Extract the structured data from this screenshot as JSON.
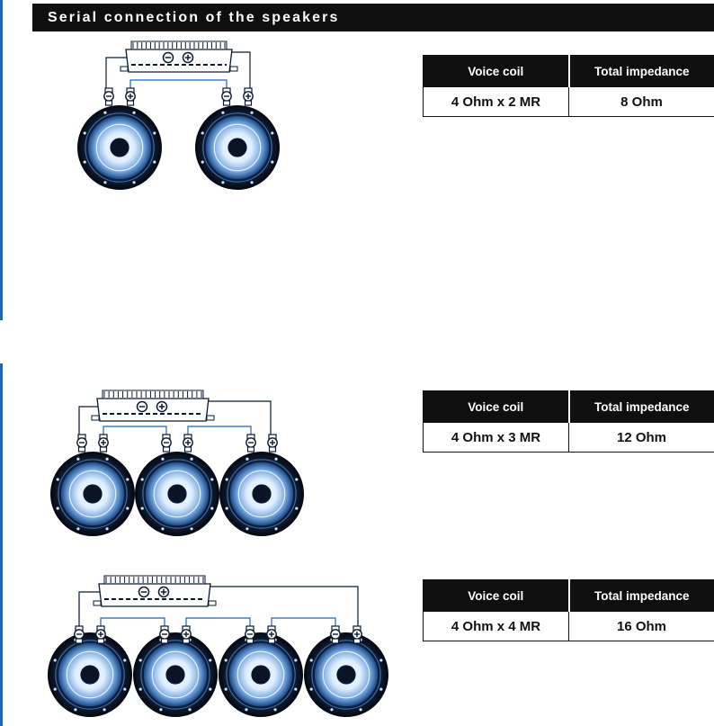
{
  "header": {
    "title": "Serial connection of the speakers"
  },
  "colors": {
    "accent": "#1d66b8",
    "header_bg": "#0f0f0f",
    "cone_light": "#dfeeff",
    "cone_mid": "#6a9ed8",
    "cone_dark": "#0a1f44"
  },
  "icons": {
    "minus_terminal": "minus-terminal-icon",
    "plus_terminal": "plus-terminal-icon",
    "amplifier": "amplifier-icon",
    "speaker": "speaker-icon"
  },
  "sections": [
    {
      "speaker_count": 2,
      "table": {
        "col1_header": "Voice coil",
        "col2_header": "Total impedance",
        "voice_coil": "4 Ohm x 2 MR",
        "total_impedance": "8 Ohm"
      }
    },
    {
      "speaker_count": 3,
      "table": {
        "col1_header": "Voice coil",
        "col2_header": "Total impedance",
        "voice_coil": "4 Ohm x 3 MR",
        "total_impedance": "12 Ohm"
      }
    },
    {
      "speaker_count": 4,
      "table": {
        "col1_header": "Voice coil",
        "col2_header": "Total impedance",
        "voice_coil": "4 Ohm x 4 MR",
        "total_impedance": "16 Ohm"
      }
    }
  ]
}
